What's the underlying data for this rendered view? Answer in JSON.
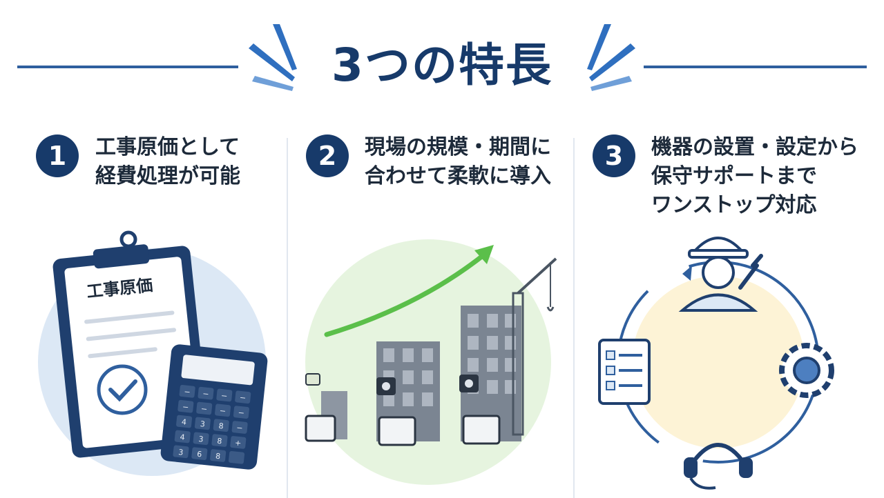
{
  "heading": "3つの特長",
  "colors": {
    "navy": "#173a6a",
    "accent_blue": "#2f5f9e",
    "green": "#5bbf4a",
    "cream": "#fdf3d6",
    "pale_blue": "#dce8f5",
    "pale_green": "#e6f4df"
  },
  "features": [
    {
      "number": "1",
      "lines": [
        "工事原価として",
        "経費処理が可能"
      ],
      "illustration": "clipboard-calculator",
      "clipboard_label": "工事原価"
    },
    {
      "number": "2",
      "lines": [
        "現場の規模・期間に",
        "合わせて柔軟に導入"
      ],
      "illustration": "buildings-crane-growth"
    },
    {
      "number": "3",
      "lines": [
        "機器の設置・設定から",
        "保守サポートまで",
        "ワンストップ対応"
      ],
      "illustration": "support-cycle"
    }
  ],
  "calculator": {
    "keys": [
      "−",
      "−",
      "−",
      "−",
      "−",
      "−",
      "−",
      "−",
      "4",
      "3",
      "8",
      "−",
      "4",
      "3",
      "8",
      "+",
      "3",
      "6",
      "8",
      ""
    ]
  }
}
